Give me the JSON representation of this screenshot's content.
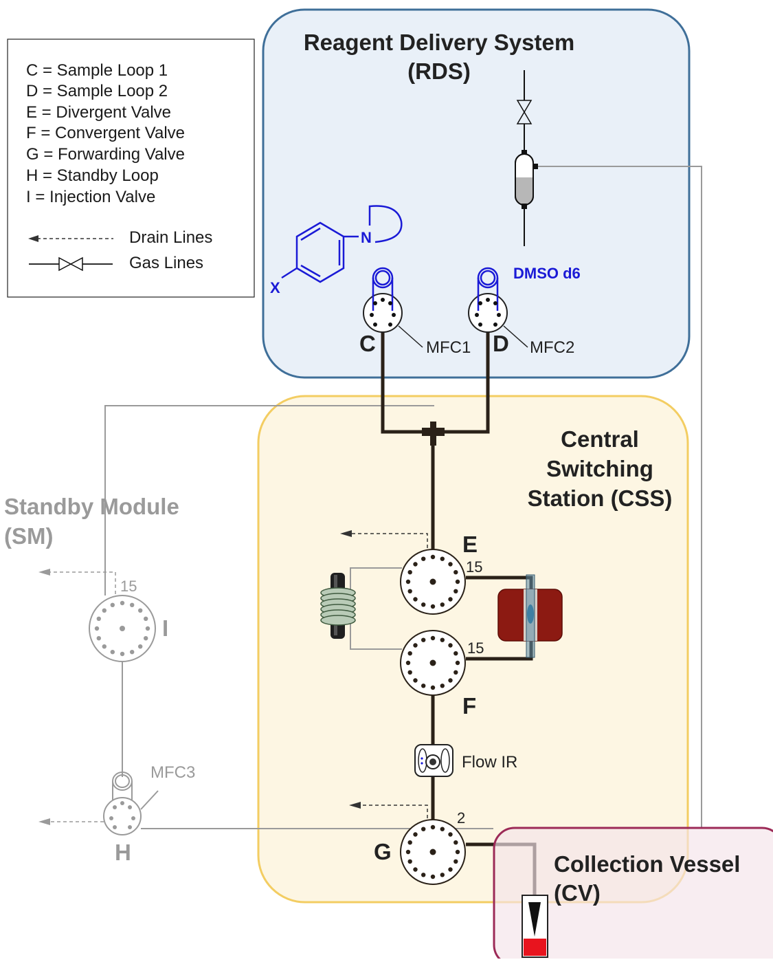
{
  "legend": {
    "items": [
      "C = Sample Loop 1",
      "D = Sample Loop 2",
      "E = Divergent Valve",
      "F = Convergent Valve",
      "G = Forwarding Valve",
      "H = Standby Loop",
      "I = Injection Valve"
    ],
    "drain_lines": "Drain Lines",
    "gas_lines": "Gas Lines"
  },
  "modules": {
    "rds": {
      "title_line1": "Reagent Delivery System",
      "title_line2": "(RDS)"
    },
    "css": {
      "title_line1": "Central",
      "title_line2": "Switching",
      "title_line3": "Station (CSS)"
    },
    "sm": {
      "title_line1": "Standby Module",
      "title_line2": "(SM)"
    },
    "cv": {
      "title_line1": "Collection Vessel",
      "title_line2": "(CV)"
    }
  },
  "labels": {
    "c": "C",
    "d": "D",
    "e": "E",
    "f": "F",
    "g": "G",
    "h": "H",
    "i": "I",
    "mfc1": "MFC1",
    "mfc2": "MFC2",
    "mfc3": "MFC3",
    "dmso": "DMSO d6",
    "flow_ir": "Flow IR",
    "port_e": "15",
    "port_f": "15",
    "port_g": "2",
    "port_i": "15",
    "mol_n": "N",
    "mol_x": "X"
  },
  "colors": {
    "rds_fill": "#e9f0f8",
    "rds_stroke": "#3f6f99",
    "css_fill": "#fdf5e1",
    "css_stroke": "#f3cd62",
    "cv_fill": "#f4e3e9",
    "cv_stroke": "#9c2a57",
    "line_dark": "#2a2118",
    "line_gray": "#9a9a9a",
    "reagent_blue": "#1a1ad6",
    "reactor_red": "#8c1a12",
    "liquid_red": "#e8141e"
  }
}
